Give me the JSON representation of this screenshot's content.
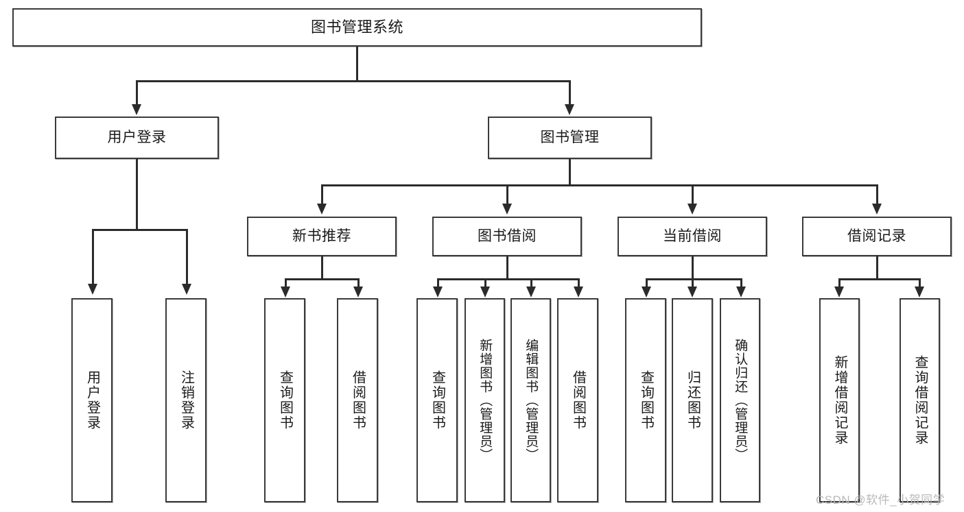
{
  "diagram": {
    "type": "tree-hierarchy",
    "title": "图书管理系统",
    "root": {
      "id": "root",
      "label": "图书管理系统"
    },
    "level2": [
      {
        "id": "user-login",
        "label": "用户登录"
      },
      {
        "id": "book-manage",
        "label": "图书管理"
      }
    ],
    "level3": [
      {
        "id": "new-book-recommend",
        "label": "新书推荐",
        "parent": "book-manage"
      },
      {
        "id": "book-borrow",
        "label": "图书借阅",
        "parent": "book-manage"
      },
      {
        "id": "current-borrow",
        "label": "当前借阅",
        "parent": "book-manage"
      },
      {
        "id": "borrow-record",
        "label": "借阅记录",
        "parent": "book-manage"
      }
    ],
    "leaves": {
      "user-login": [
        {
          "id": "leaf-user-login",
          "label": "用户登录"
        },
        {
          "id": "leaf-logout",
          "label": "注销登录"
        }
      ],
      "new-book-recommend": [
        {
          "id": "leaf-query-book-1",
          "label": "查询图书"
        },
        {
          "id": "leaf-borrow-book-1",
          "label": "借阅图书"
        }
      ],
      "book-borrow": [
        {
          "id": "leaf-query-book-2",
          "label": "查询图书"
        },
        {
          "id": "leaf-add-book",
          "label": "新增图书（管理员）"
        },
        {
          "id": "leaf-edit-book",
          "label": "编辑图书（管理员）"
        },
        {
          "id": "leaf-borrow-book-2",
          "label": "借阅图书"
        }
      ],
      "current-borrow": [
        {
          "id": "leaf-query-book-3",
          "label": "查询图书"
        },
        {
          "id": "leaf-return-book",
          "label": "归还图书"
        },
        {
          "id": "leaf-confirm-return",
          "label": "确认归还（管理员）"
        }
      ],
      "borrow-record": [
        {
          "id": "leaf-add-record",
          "label": "新增借阅记录"
        },
        {
          "id": "leaf-query-record",
          "label": "查询借阅记录"
        }
      ]
    }
  },
  "watermark": {
    "text": "CSDN @软件_小贺同学"
  },
  "colors": {
    "box_border": "#3a3a3a",
    "connector": "#2b2b2b",
    "background": "#ffffff",
    "text": "#1a1a1a",
    "watermark": "#b9b9b9"
  }
}
